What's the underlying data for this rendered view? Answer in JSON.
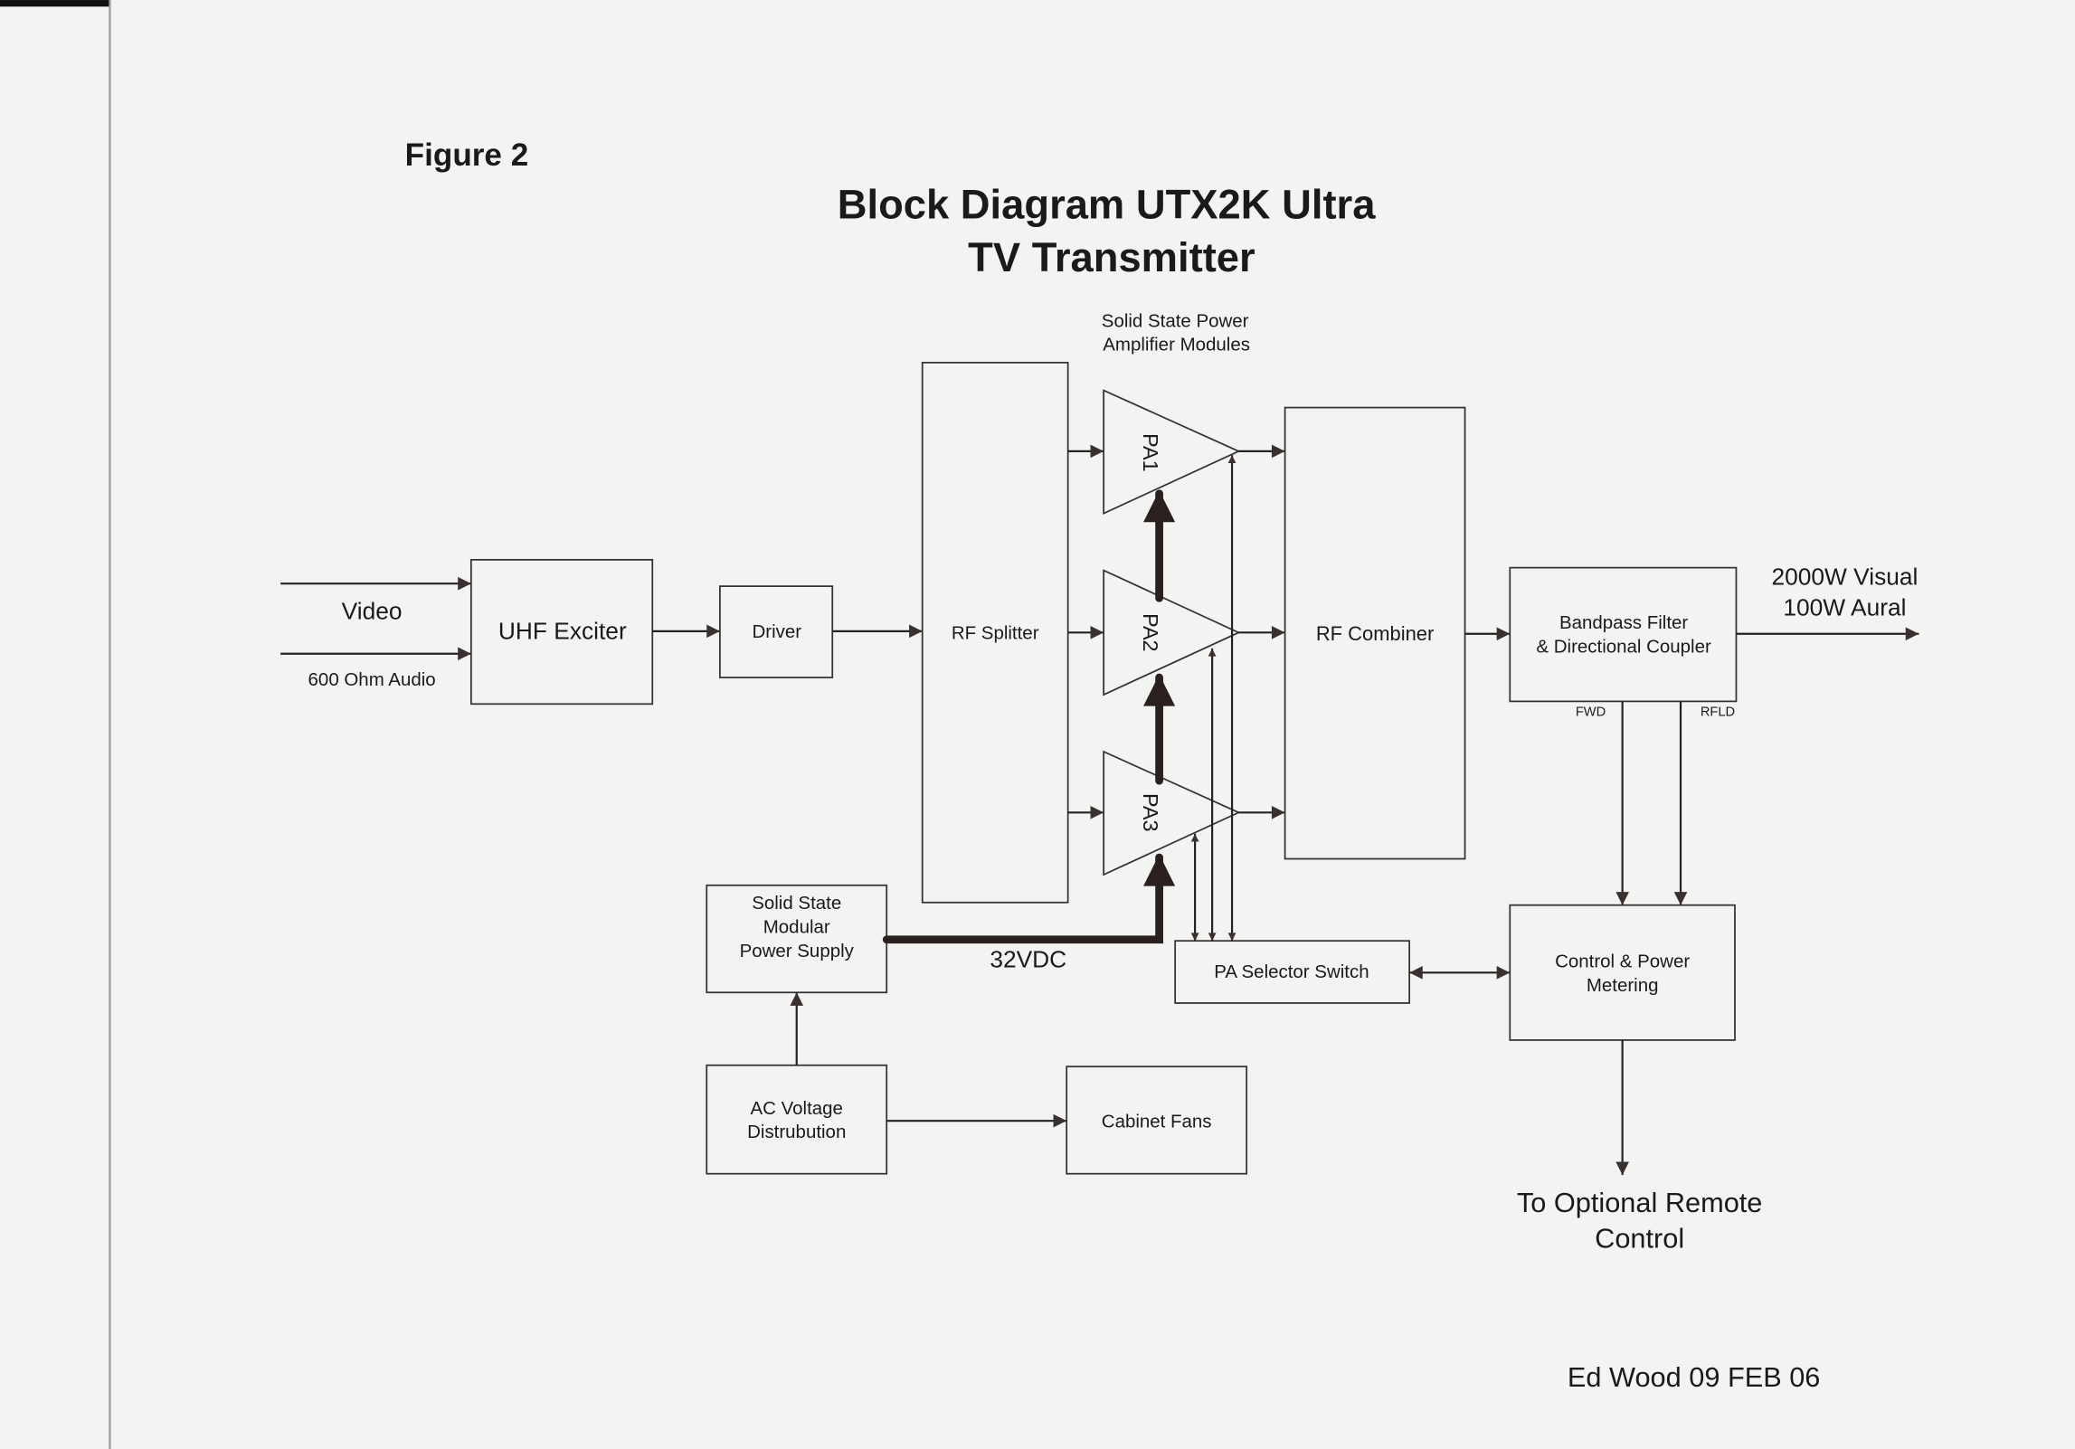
{
  "figure_label": "Figure 2",
  "title": [
    "Block Diagram UTX2K Ultra",
    "TV Transmitter"
  ],
  "pa_group_label": [
    "Solid State Power",
    "Amplifier Modules"
  ],
  "inputs": {
    "video": "Video",
    "audio": "600 Ohm Audio"
  },
  "blocks": {
    "uhf_exciter": "UHF Exciter",
    "driver": "Driver",
    "rf_splitter": "RF Splitter",
    "pa1": "PA1",
    "pa2": "PA2",
    "pa3": "PA3",
    "rf_combiner": "RF Combiner",
    "bandpass": [
      "Bandpass Filter",
      "& Directional Coupler"
    ],
    "control": [
      "Control & Power",
      "Metering"
    ],
    "pa_selector": "PA Selector Switch",
    "power_supply": [
      "Solid State",
      "Modular",
      "Power Supply"
    ],
    "ac_distribution": [
      "AC Voltage",
      "Distrubution"
    ],
    "cabinet_fans": "Cabinet Fans"
  },
  "labels": {
    "output": [
      "2000W Visual",
      "100W Aural"
    ],
    "fwd": "FWD",
    "rfld": "RFLD",
    "dc_bus": "32VDC",
    "remote": [
      "To Optional Remote",
      "Control"
    ],
    "author": "Ed Wood 09 FEB 06"
  }
}
